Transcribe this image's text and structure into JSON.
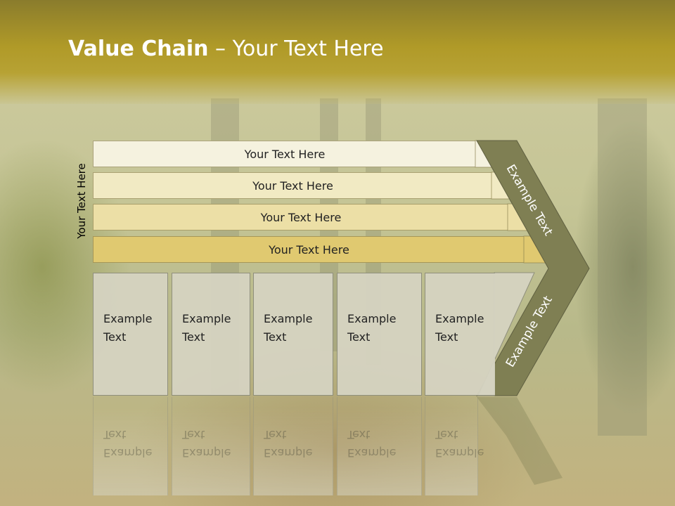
{
  "title": {
    "bold": "Value Chain",
    "rest": " – Your Text Here"
  },
  "side_label": "Your Text Here",
  "bars": [
    {
      "label": "Your Text Here",
      "color": "#f5f2df"
    },
    {
      "label": "Your Text Here",
      "color": "#f1eac3"
    },
    {
      "label": "Your Text Here",
      "color": "#ecdfa6"
    },
    {
      "label": "Your Text Here",
      "color": "#e0c970"
    }
  ],
  "boxes": [
    {
      "line1": "Example",
      "line2": "Text"
    },
    {
      "line1": "Example",
      "line2": "Text"
    },
    {
      "line1": "Example",
      "line2": "Text"
    },
    {
      "line1": "Example",
      "line2": "Text"
    },
    {
      "line1": "Example",
      "line2": "Text"
    }
  ],
  "chevron": {
    "top_label": "Example Text",
    "bottom_label": "Example Text",
    "color": "#7f7f53"
  }
}
